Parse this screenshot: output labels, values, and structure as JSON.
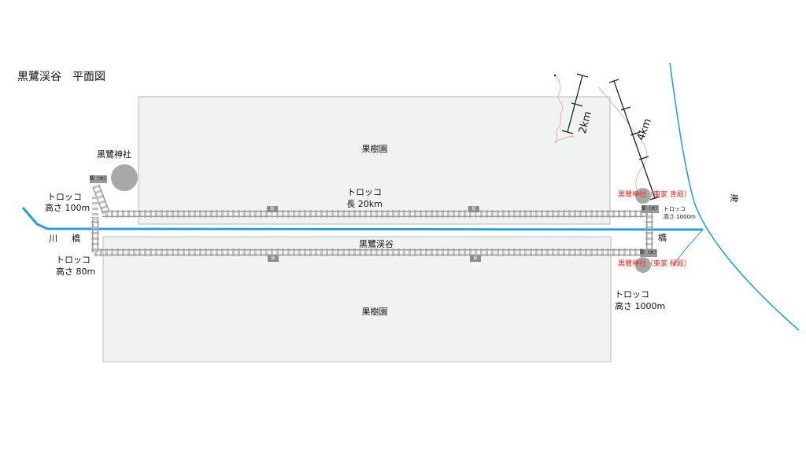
{
  "title": "黒鷺渓谷　平面図",
  "orchard_north": "果樹園",
  "orchard_south": "果樹園",
  "valley": "黒鷺渓谷",
  "shrine_west": "黒鷺神社",
  "shrine_east_blue": "黒鷺神社（東家 青殿）",
  "shrine_east_green": "黒鷺神社（東家 緑殿）",
  "trolley_main_name": "トロッコ",
  "trolley_main_length": "長 20km",
  "trolley_west_top_name": "トロッコ",
  "trolley_west_top_height": "高さ 100m",
  "trolley_west_bottom_name": "トロッコ",
  "trolley_west_bottom_height": "高さ 80m",
  "trolley_east_small_name": "トロッコ",
  "trolley_east_small_height": "高さ 1000m",
  "trolley_east_name": "トロッコ",
  "trolley_east_height": "高さ 1000m",
  "river": "川",
  "bridge_west": "橋",
  "bridge_east": "橋",
  "sea": "海",
  "scale_2km": "2km",
  "scale_4km": "4km",
  "station_large": "駅（大）",
  "station_small": "駅（小）",
  "colors": {
    "river": "#2a9fd6",
    "track": "#b7b7b7",
    "orchard_fill": "#f1f3f2",
    "shrine": "#a8a8a8",
    "accent_red": "#e8231c",
    "contour": "#e9a07c"
  }
}
